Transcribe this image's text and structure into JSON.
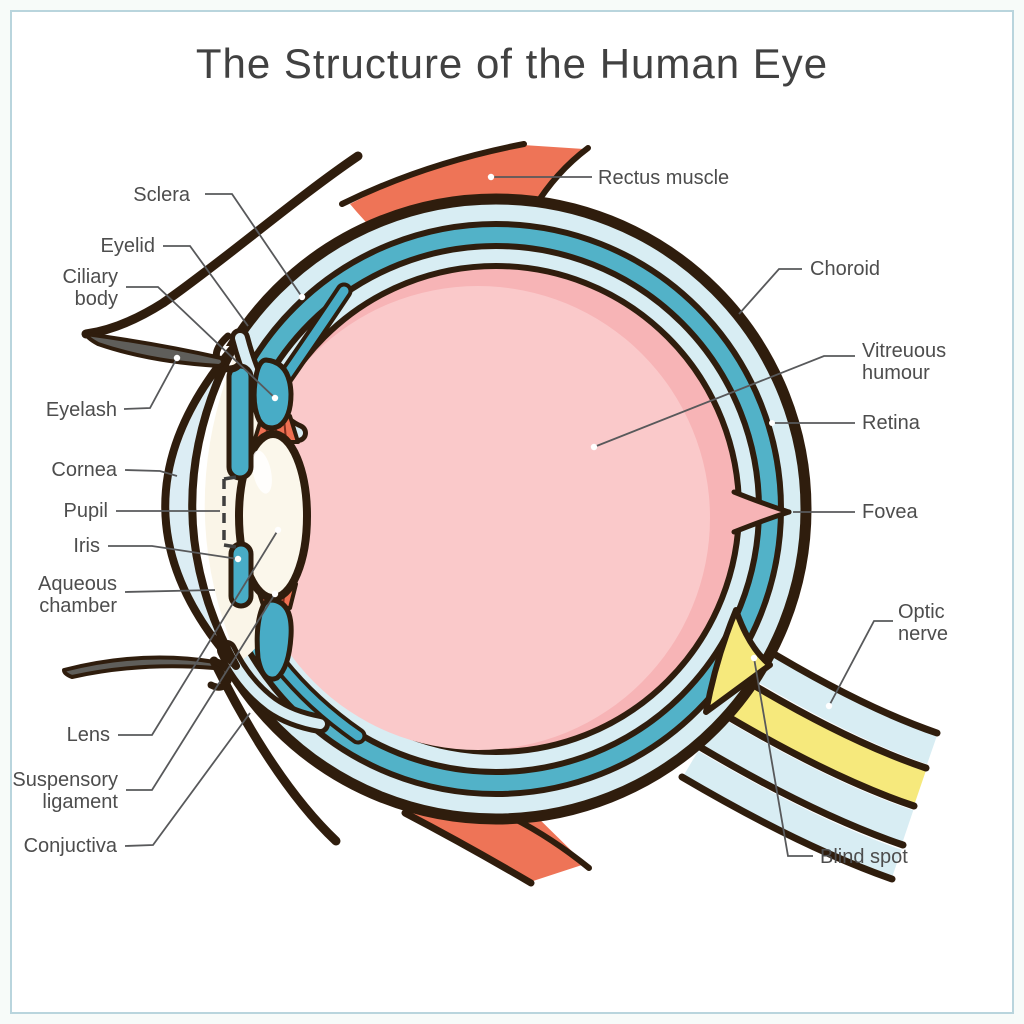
{
  "title": "The Structure of the Human Eye",
  "diagram_type": "anatomical cross-section of the human eye",
  "labels": {
    "sclera": "Sclera",
    "eyelid": "Eyelid",
    "ciliary_body": "Ciliary\nbody",
    "eyelash": "Eyelash",
    "cornea": "Cornea",
    "pupil": "Pupil",
    "iris": "Iris",
    "aqueous_chamber": "Aqueous\nchamber",
    "lens": "Lens",
    "suspensory_ligament": "Suspensory\nligament",
    "conjuctiva": "Conjuctiva",
    "rectus_muscle": "Rectus muscle",
    "choroid": "Choroid",
    "vitreuous_humour": "Vitreuous\nhumour",
    "retina": "Retina",
    "fovea": "Fovea",
    "optic_nerve": "Optic\nnerve",
    "blind_spot": "Blind spot"
  },
  "colors": {
    "outline_brown": "#2f1d0d",
    "sclera_band": "#d8edf3",
    "choroid_band": "#52b2c8",
    "retina_band": "#d8edf3",
    "vitreous_pink": "#f7b4b6",
    "vitreous_center_pink": "#fac9ca",
    "rectus_muscle_salmon": "#ee7457",
    "optic_nerve_yellow": "#f6e97c",
    "iris_ciliary_teal": "#48acc6",
    "lens_cream": "#fbf7eb",
    "aqueous_cream": "#faf5e8",
    "eyelash_gray": "#5f5e5a",
    "leader_line_gray": "#58595b",
    "label_text_gray": "#4d4d4d",
    "frame_border": "#b9d5dd"
  }
}
